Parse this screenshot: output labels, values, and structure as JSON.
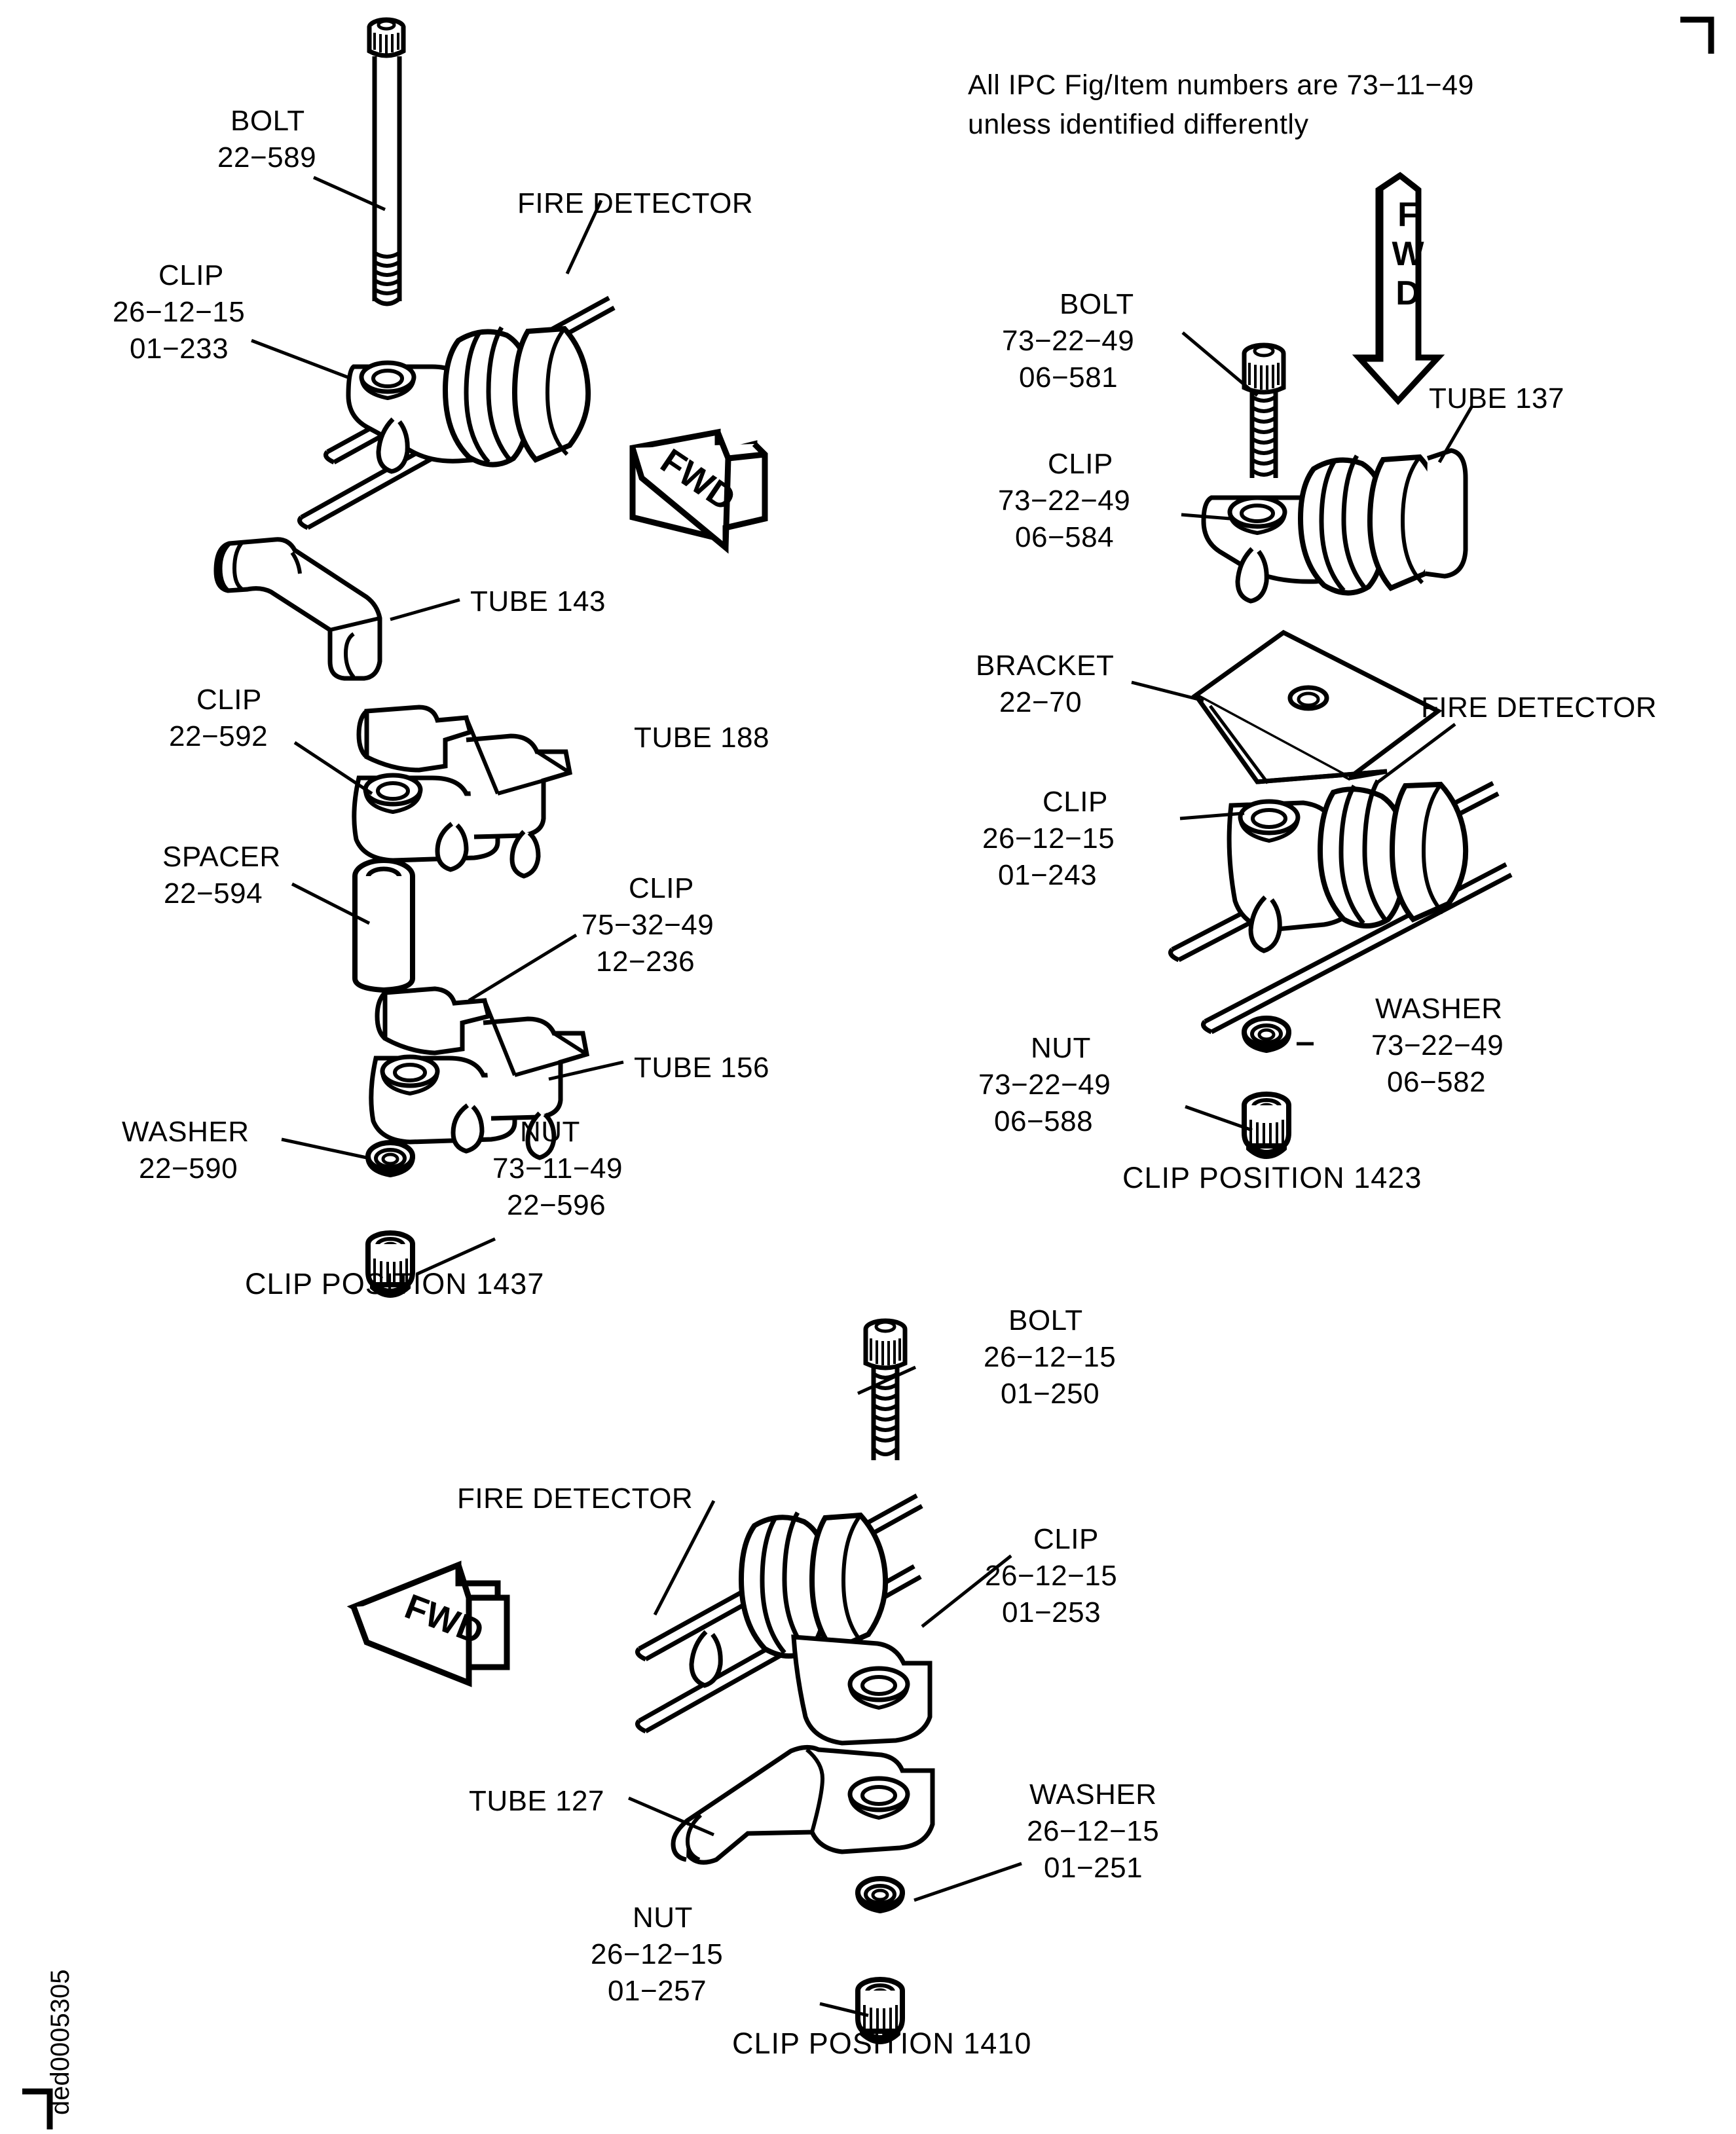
{
  "note": {
    "line1": "All IPC Fig/Item numbers are 73−11−49",
    "line2": "unless identified differently"
  },
  "corner_code": "ded0005305",
  "fwd_arrows": [
    {
      "name": "fwd-arrow-top-left",
      "label": "FWD",
      "direction": "down-right"
    },
    {
      "name": "fwd-arrow-top-right",
      "label": "FWD",
      "direction": "down"
    },
    {
      "name": "fwd-arrow-bottom-left",
      "label": "FWD",
      "direction": "left"
    }
  ],
  "sections": [
    {
      "id": "clip-position-1437",
      "caption": "CLIP POSITION 1437",
      "labels": {
        "bolt": {
          "name": "BOLT",
          "lines": [
            "22−589"
          ]
        },
        "clip_top": {
          "name": "CLIP",
          "lines": [
            "26−12−15",
            "01−233"
          ]
        },
        "fire_detector": {
          "name": "FIRE DETECTOR",
          "lines": []
        },
        "tube_143": {
          "name": "TUBE 143",
          "lines": []
        },
        "clip_mid": {
          "name": "CLIP",
          "lines": [
            "22−592"
          ]
        },
        "tube_188": {
          "name": "TUBE 188",
          "lines": []
        },
        "spacer": {
          "name": "SPACER",
          "lines": [
            "22−594"
          ]
        },
        "clip_low": {
          "name": "CLIP",
          "lines": [
            "75−32−49",
            "12−236"
          ]
        },
        "tube_156": {
          "name": "TUBE 156",
          "lines": []
        },
        "washer": {
          "name": "WASHER",
          "lines": [
            "22−590"
          ]
        },
        "nut": {
          "name": "NUT",
          "lines": [
            "73−11−49",
            "22−596"
          ]
        }
      }
    },
    {
      "id": "clip-position-1423",
      "caption": "CLIP POSITION 1423",
      "labels": {
        "bolt": {
          "name": "BOLT",
          "lines": [
            "73−22−49",
            "06−581"
          ]
        },
        "clip_top": {
          "name": "CLIP",
          "lines": [
            "73−22−49",
            "06−584"
          ]
        },
        "tube_137": {
          "name": "TUBE 137",
          "lines": []
        },
        "bracket": {
          "name": "BRACKET",
          "lines": [
            "22−70"
          ]
        },
        "fire_detector": {
          "name": "FIRE DETECTOR",
          "lines": []
        },
        "clip_low": {
          "name": "CLIP",
          "lines": [
            "26−12−15",
            "01−243"
          ]
        },
        "washer": {
          "name": "WASHER",
          "lines": [
            "73−22−49",
            "06−582"
          ]
        },
        "nut": {
          "name": "NUT",
          "lines": [
            "73−22−49",
            "06−588"
          ]
        }
      }
    },
    {
      "id": "clip-position-1410",
      "caption": "CLIP POSITION 1410",
      "labels": {
        "bolt": {
          "name": "BOLT",
          "lines": [
            "26−12−15",
            "01−250"
          ]
        },
        "fire_detector": {
          "name": "FIRE DETECTOR",
          "lines": []
        },
        "clip": {
          "name": "CLIP",
          "lines": [
            "26−12−15",
            "01−253"
          ]
        },
        "tube_127": {
          "name": "TUBE 127",
          "lines": []
        },
        "washer": {
          "name": "WASHER",
          "lines": [
            "26−12−15",
            "01−251"
          ]
        },
        "nut": {
          "name": "NUT",
          "lines": [
            "26−12−15",
            "01−257"
          ]
        }
      }
    }
  ],
  "text": {
    "note_line1": "All IPC Fig/Item numbers are 73−11−49",
    "note_line2": "unless identified differently",
    "s1_bolt_t": "BOLT",
    "s1_bolt_1": "22−589",
    "s1_cliptop_t": "CLIP",
    "s1_cliptop_1": "26−12−15",
    "s1_cliptop_2": "01−233",
    "s1_fd": "FIRE DETECTOR",
    "s1_tube143": "TUBE 143",
    "s1_clipmid_t": "CLIP",
    "s1_clipmid_1": "22−592",
    "s1_tube188": "TUBE 188",
    "s1_spacer_t": "SPACER",
    "s1_spacer_1": "22−594",
    "s1_cliplow_t": "CLIP",
    "s1_cliplow_1": "75−32−49",
    "s1_cliplow_2": "12−236",
    "s1_tube156": "TUBE 156",
    "s1_washer_t": "WASHER",
    "s1_washer_1": "22−590",
    "s1_nut_t": "NUT",
    "s1_nut_1": "73−11−49",
    "s1_nut_2": "22−596",
    "s1_cap": "CLIP POSITION 1437",
    "s2_bolt_t": "BOLT",
    "s2_bolt_1": "73−22−49",
    "s2_bolt_2": "06−581",
    "s2_cliptop_t": "CLIP",
    "s2_cliptop_1": "73−22−49",
    "s2_cliptop_2": "06−584",
    "s2_tube137": "TUBE 137",
    "s2_bracket_t": "BRACKET",
    "s2_bracket_1": "22−70",
    "s2_fd": "FIRE DETECTOR",
    "s2_cliplow_t": "CLIP",
    "s2_cliplow_1": "26−12−15",
    "s2_cliplow_2": "01−243",
    "s2_washer_t": "WASHER",
    "s2_washer_1": "73−22−49",
    "s2_washer_2": "06−582",
    "s2_nut_t": "NUT",
    "s2_nut_1": "73−22−49",
    "s2_nut_2": "06−588",
    "s2_cap": "CLIP POSITION 1423",
    "s3_bolt_t": "BOLT",
    "s3_bolt_1": "26−12−15",
    "s3_bolt_2": "01−250",
    "s3_fd": "FIRE DETECTOR",
    "s3_clip_t": "CLIP",
    "s3_clip_1": "26−12−15",
    "s3_clip_2": "01−253",
    "s3_tube127": "TUBE 127",
    "s3_washer_t": "WASHER",
    "s3_washer_1": "26−12−15",
    "s3_washer_2": "01−251",
    "s3_nut_t": "NUT",
    "s3_nut_1": "26−12−15",
    "s3_nut_2": "01−257",
    "s3_cap": "CLIP POSITION 1410",
    "fwd": "FWD",
    "corner_code": "ded0005305"
  }
}
